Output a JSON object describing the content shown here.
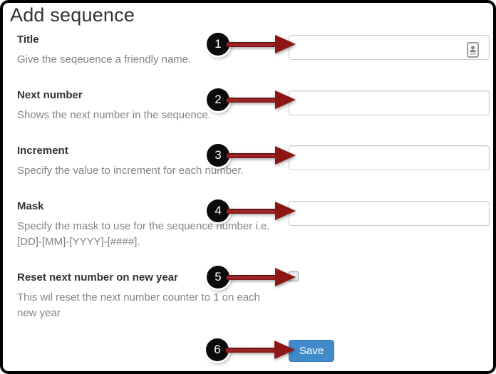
{
  "page": {
    "title": "Add sequence"
  },
  "fields": [
    {
      "label": "Title",
      "hint": "Give the seqeuence a friendly name.",
      "badge": "1",
      "type": "text",
      "value": "",
      "placeholder": ""
    },
    {
      "label": "Next number",
      "hint": "Shows the next number in the sequence.",
      "badge": "2",
      "type": "text",
      "value": "",
      "placeholder": ""
    },
    {
      "label": "Increment",
      "hint": "Specify the value to increment for each number.",
      "badge": "3",
      "type": "text",
      "value": "",
      "placeholder": ""
    },
    {
      "label": "Mask",
      "hint": "Specify the mask to use for the sequence number i.e. [DD]-[MM]-[YYYY]-[####].",
      "badge": "4",
      "type": "text",
      "value": "",
      "placeholder": ""
    },
    {
      "label": "Reset next number on new year",
      "hint": "This wil reset the next number counter to 1 on each new year",
      "badge": "5",
      "type": "checkbox",
      "checked": false
    }
  ],
  "save": {
    "label": "Save",
    "badge": "6"
  },
  "icons": {
    "autofill": "contact-autofill-icon",
    "arrow": "annotation-arrow-icon"
  },
  "colors": {
    "arrow_red": "#8c1616",
    "badge_black": "#0b0b0b",
    "button_blue": "#428bca",
    "button_border": "#357ebd",
    "heading_text": "#333333",
    "hint_text": "#848484",
    "input_border": "#cccccc",
    "frame_border": "#000000"
  }
}
